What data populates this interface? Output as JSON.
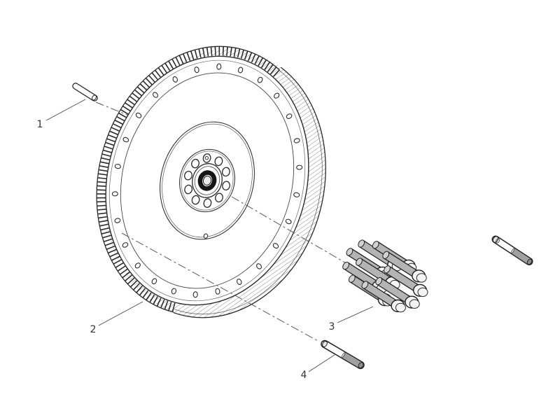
{
  "diagram": {
    "type": "exploded-parts-diagram",
    "subject": "flywheel-assembly",
    "background": "#ffffff",
    "colors": {
      "line": "#2b2b2b",
      "centerline": "#5a5a5a",
      "shaft_gray": "#b4b4b4",
      "thread_gray": "#a0a0a0",
      "bore_black": "#161616"
    },
    "callouts": [
      {
        "label": "1"
      },
      {
        "label": "2"
      },
      {
        "label": "3"
      },
      {
        "label": "4"
      }
    ],
    "counts": {
      "hub_bolt_holes": 10,
      "rim_holes": 26,
      "bolts_in_set": 10
    }
  }
}
